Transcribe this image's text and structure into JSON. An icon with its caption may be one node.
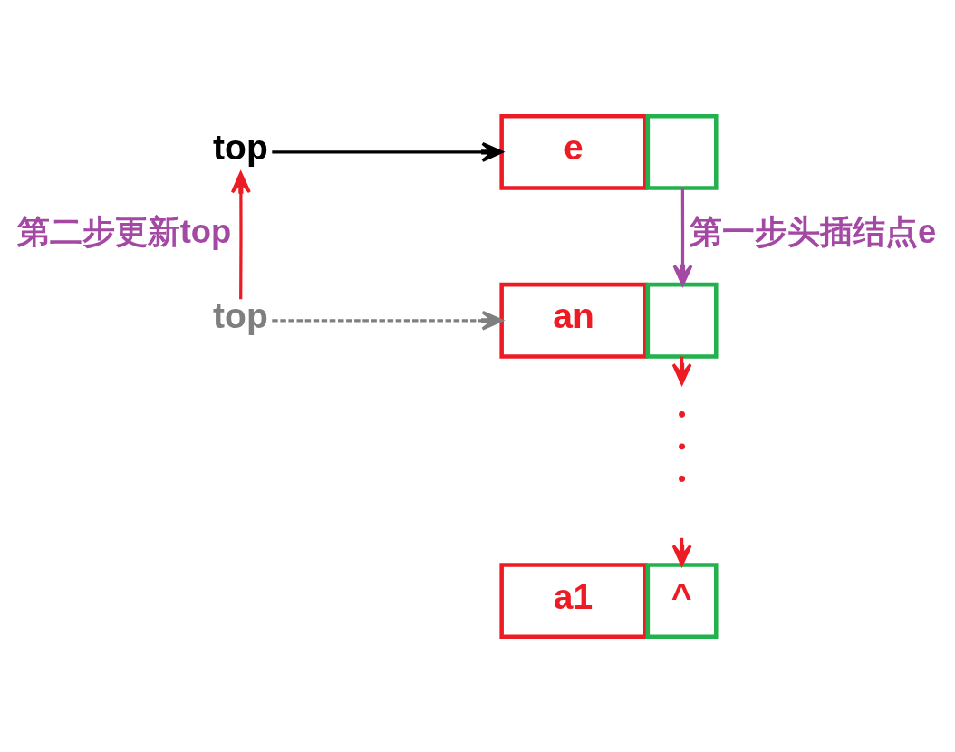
{
  "diagram": {
    "nodes": [
      {
        "text": [
          "top"
        ]
      },
      {
        "text": [
          "e"
        ]
      },
      {
        "text": [],
        "shape": "box"
      },
      {
        "text": [
          "top"
        ]
      },
      {
        "text": [
          "an"
        ]
      },
      {
        "text": [],
        "shape": "box"
      },
      {
        "text": [
          "a1"
        ]
      },
      {
        "text": [
          "^"
        ]
      }
    ],
    "edges": [
      {
        "from": 0,
        "to": 1,
        "arrow": "to",
        "color": "#000000"
      },
      {
        "from": 2,
        "to": 5,
        "arrow": "to",
        "color": "#a349a4"
      },
      {
        "from": 3,
        "to": 4,
        "arrow": "to",
        "style": "dashed",
        "color": "#7f7f7f"
      },
      {
        "from": 3,
        "to": 0,
        "arrow": "to"
      },
      {
        "from": 5,
        "to": null,
        "arrow": "to"
      },
      {
        "from": null,
        "to": 7,
        "arrow": "to"
      }
    ],
    "labels": [
      "第二步更新top",
      "第一步头插结点e"
    ]
  }
}
